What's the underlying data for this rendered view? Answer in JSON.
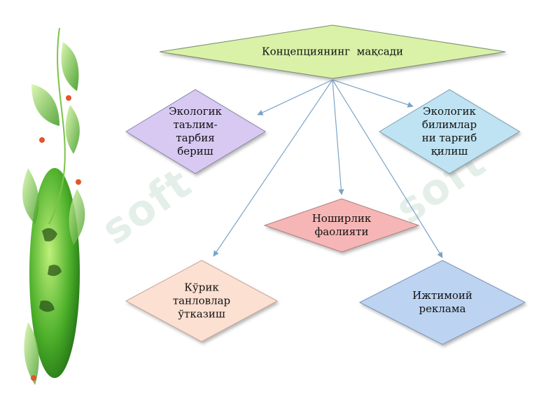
{
  "diagram": {
    "root": {
      "label": "Концепциянинг  мақсади"
    },
    "nodes": [
      {
        "id": "ecological-education",
        "label": "Экологик\nтаълим-\nтарбия\nбериш",
        "color": "#d7c9f2"
      },
      {
        "id": "ecological-knowledge",
        "label": "Экологик\nбилимлар\nни тарғиб\nқилиш",
        "color": "#bfe3f2"
      },
      {
        "id": "publishing",
        "label": "Ноширлик\nфаолияти",
        "color": "#f6b6b6"
      },
      {
        "id": "contests",
        "label": "Кўрик\nтанловлар\nўтказиш",
        "color": "#fce0d2"
      },
      {
        "id": "social-ads",
        "label": "Ижтимоий\nреклама",
        "color": "#bcd4f2"
      }
    ],
    "root_color": "#d9f2a8"
  },
  "watermark": {
    "text": "soft"
  }
}
